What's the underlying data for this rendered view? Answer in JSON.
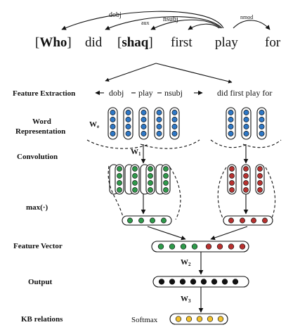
{
  "sentence": {
    "words": [
      {
        "open": "[",
        "word": "Who",
        "close": "]",
        "bold": true
      },
      {
        "open": "",
        "word": "did",
        "close": "",
        "bold": false
      },
      {
        "open": "[",
        "word": "shaq",
        "close": "]",
        "bold": true
      },
      {
        "open": "",
        "word": "first",
        "close": "",
        "bold": false
      },
      {
        "open": "",
        "word": "play",
        "close": "",
        "bold": false
      },
      {
        "open": "",
        "word": "for",
        "close": "",
        "bold": false
      }
    ],
    "arcs": [
      {
        "label": "dobj",
        "from_word": 4,
        "to_word": 0
      },
      {
        "label": "aux",
        "from_word": 4,
        "to_word": 1
      },
      {
        "label": "nsubj",
        "from_word": 4,
        "to_word": 2
      },
      {
        "label": "",
        "from_word": 4,
        "to_word": 3
      },
      {
        "label": "nmod",
        "from_word": 4,
        "to_word": 5
      }
    ]
  },
  "rows": {
    "feature_extraction": "Feature Extraction",
    "word_representation_1": "Word",
    "word_representation_2": "Representation",
    "convolution": "Convolution",
    "max": "max(·)",
    "feature_vector": "Feature Vector",
    "output": "Output",
    "kb_relations": "KB relations"
  },
  "paths": {
    "dependency_path": [
      "dobj",
      "play",
      "nsubj"
    ],
    "sentential_context": "did first play for"
  },
  "weights": {
    "we_main": "W",
    "we_sub": "e",
    "w1_main": "W",
    "w1_sub": "1",
    "w2_main": "W",
    "w2_sub": "2",
    "w3_main": "W",
    "w3_sub": "3"
  },
  "softmax": "Softmax",
  "colors": {
    "embedding": "#2e78c7",
    "left_channel": "#2e9a4a",
    "right_channel": "#b8312f",
    "output": "#111111",
    "softmax": "#f2c12e"
  }
}
